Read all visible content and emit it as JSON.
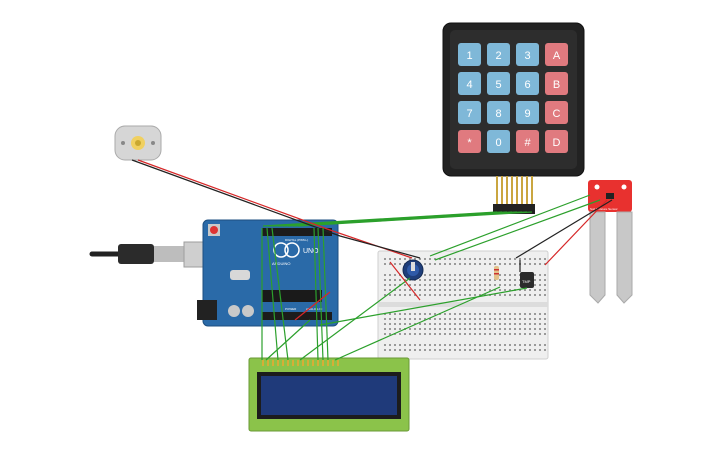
{
  "keypad": {
    "keys": [
      {
        "label": "1",
        "type": "num"
      },
      {
        "label": "2",
        "type": "num"
      },
      {
        "label": "3",
        "type": "num"
      },
      {
        "label": "A",
        "type": "alpha"
      },
      {
        "label": "4",
        "type": "num"
      },
      {
        "label": "5",
        "type": "num"
      },
      {
        "label": "6",
        "type": "num"
      },
      {
        "label": "B",
        "type": "alpha"
      },
      {
        "label": "7",
        "type": "num"
      },
      {
        "label": "8",
        "type": "num"
      },
      {
        "label": "9",
        "type": "num"
      },
      {
        "label": "C",
        "type": "alpha"
      },
      {
        "label": "*",
        "type": "alpha"
      },
      {
        "label": "0",
        "type": "num"
      },
      {
        "label": "#",
        "type": "alpha"
      },
      {
        "label": "D",
        "type": "alpha"
      }
    ]
  },
  "arduino": {
    "brand": "ARDUINO",
    "model": "UNO",
    "digital_label": "DIGITAL (PWM~)",
    "analog_label": "ANALOG IN",
    "power_label": "POWER"
  },
  "sensor": {
    "label": "Soil Moisture Sensor"
  },
  "temp_sensor": {
    "label": "TMP"
  },
  "colors": {
    "wire_green": "#2ca02c",
    "wire_red": "#d62728",
    "wire_black": "#222222",
    "board_blue": "#2a6aa8",
    "keypad_num": "#7fb8d8",
    "keypad_alpha": "#e07a7f",
    "sensor_red": "#e8312f",
    "lcd_green": "#8bc34a"
  }
}
